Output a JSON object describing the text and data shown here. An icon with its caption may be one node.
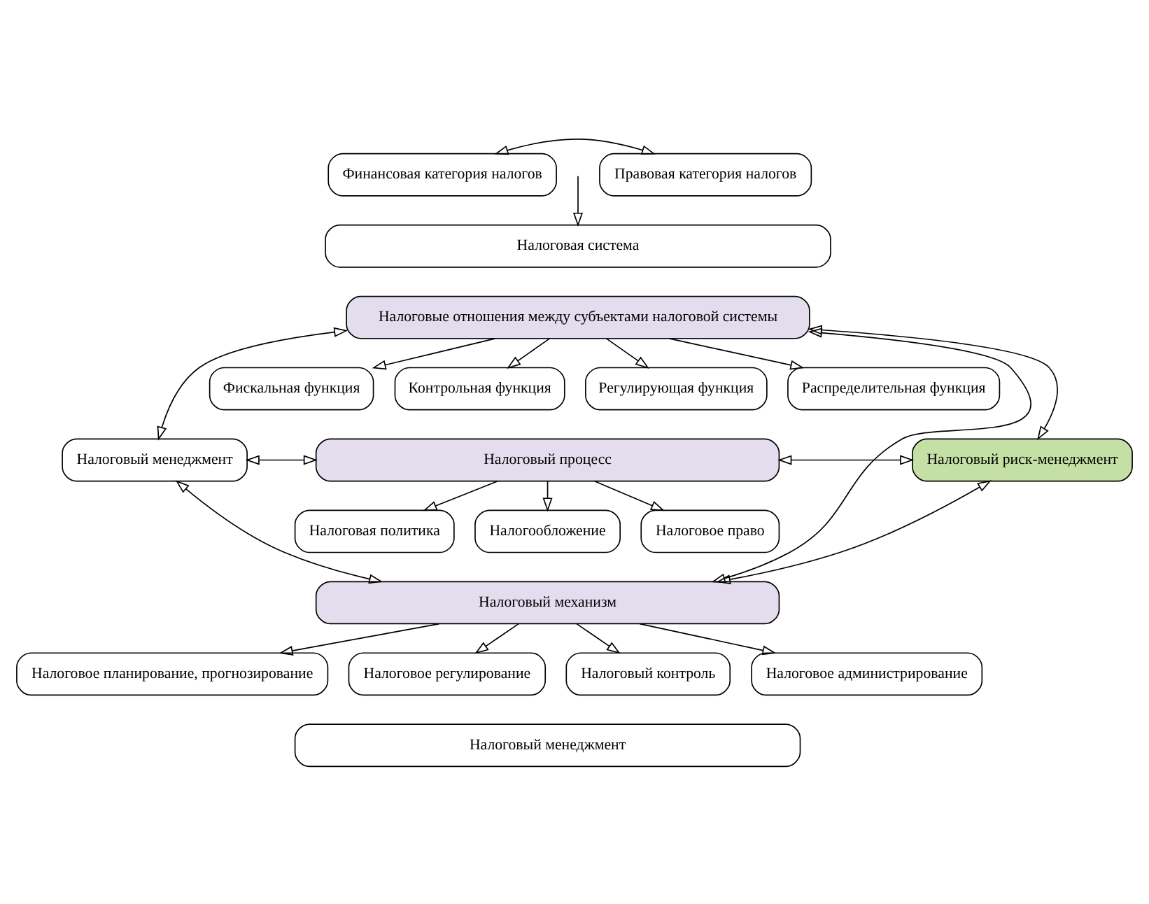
{
  "diagram": {
    "nodes": [
      {
        "text": [
          "Финансовая категория налогов"
        ]
      },
      {
        "text": [
          "Правовая категория налогов"
        ]
      },
      {
        "text": [
          "Налоговая система"
        ]
      },
      {
        "text": [
          "Налоговый менеджмент"
        ]
      },
      {
        "text": [
          "Налоговые отношения между субъектами налоговой системы"
        ]
      },
      {
        "text": [
          "Фискальная функция"
        ]
      },
      {
        "text": [
          "Контрольная функция"
        ]
      },
      {
        "text": [
          "Регулирующая функция"
        ]
      },
      {
        "text": [
          "Распределительная функция"
        ]
      },
      {
        "text": [
          "Налоговый процесс"
        ]
      },
      {
        "text": [
          "Налоговая политика"
        ]
      },
      {
        "text": [
          "Налогообложение"
        ]
      },
      {
        "text": [
          "Налоговое право"
        ]
      },
      {
        "text": [
          "Налоговый механизм"
        ]
      },
      {
        "text": [
          "Налоговое планирование, прогнозирование"
        ]
      },
      {
        "text": [
          "Налоговое регулирование"
        ]
      },
      {
        "text": [
          "Налоговый контроль"
        ]
      },
      {
        "text": [
          "Налоговое администрирование"
        ]
      },
      {
        "text": [
          "Налоговый риск-менеджмент"
        ]
      },
      {
        "text": [
          "Налоговый менеджмент"
        ]
      }
    ],
    "edges": [
      {
        "from": 0,
        "to": 1,
        "arrow": "both"
      },
      {
        "from": null,
        "to": 2,
        "arrow": "to"
      },
      {
        "from": 3,
        "to": 4,
        "arrow": "both"
      },
      {
        "from": 3,
        "to": 9,
        "arrow": "both"
      },
      {
        "from": 3,
        "to": 13,
        "arrow": "both"
      },
      {
        "from": 4,
        "to": 18,
        "arrow": "both"
      },
      {
        "from": 9,
        "to": 18,
        "arrow": "both"
      },
      {
        "from": 13,
        "to": 18,
        "arrow": "both"
      },
      {
        "from": 4,
        "to": 5,
        "arrow": "to"
      },
      {
        "from": 4,
        "to": 6,
        "arrow": "to"
      },
      {
        "from": 4,
        "to": 7,
        "arrow": "to"
      },
      {
        "from": 4,
        "to": 8,
        "arrow": "to"
      },
      {
        "from": 4,
        "to": 13,
        "arrow": "both"
      },
      {
        "from": 9,
        "to": 10,
        "arrow": "to"
      },
      {
        "from": 9,
        "to": 11,
        "arrow": "to"
      },
      {
        "from": 9,
        "to": 12,
        "arrow": "to"
      },
      {
        "from": 13,
        "to": 14,
        "arrow": "to"
      },
      {
        "from": 13,
        "to": 15,
        "arrow": "to"
      },
      {
        "from": 13,
        "to": 16,
        "arrow": "to"
      },
      {
        "from": 13,
        "to": 17,
        "arrow": "to"
      }
    ]
  }
}
